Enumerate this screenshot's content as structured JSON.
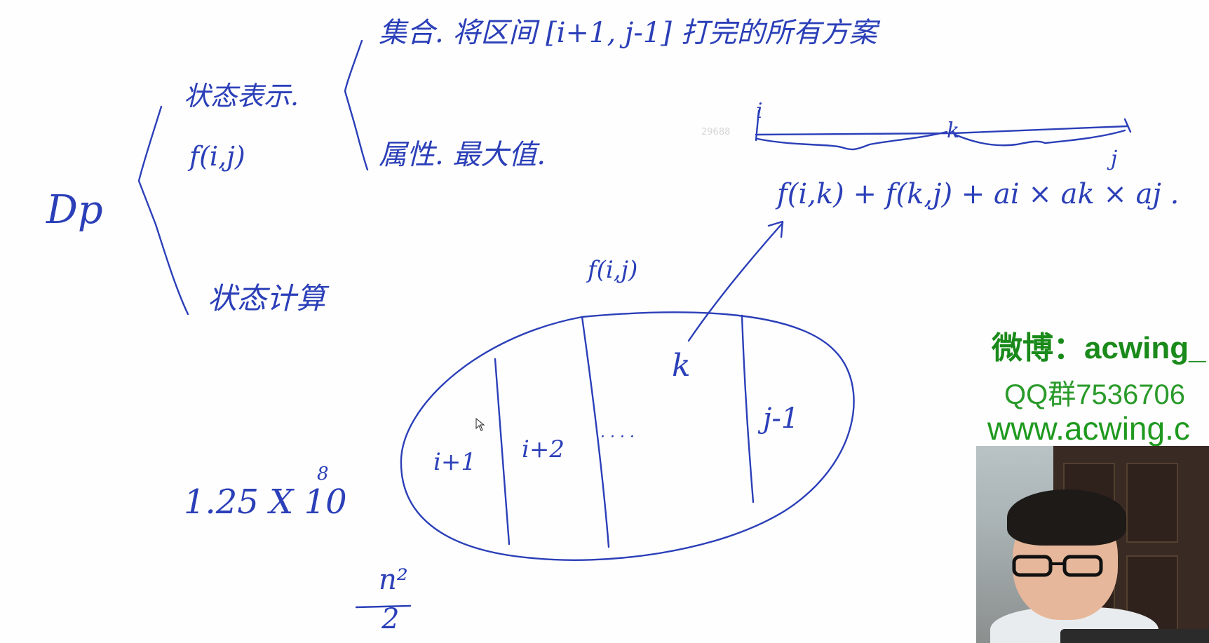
{
  "watermark": {
    "weibo": "微博：acwing_",
    "qq": "QQ群7536706",
    "site": "www.acwing.c"
  },
  "board_text": {
    "dp": "Dp",
    "state_repr": "状态表示.",
    "f_ij_1": "f(i,j)",
    "set_label": "集合. 将区间 [i+1, j-1] 打完的所有方案",
    "property": "属性. 最大值.",
    "state_calc": "状态计算",
    "complexity": "1.25 X 10",
    "complexity_exp": "8",
    "f_ij_2": "f(i,j)",
    "formula": "f(i,k) + f(k,j) + ai × ak × aj .",
    "seg_i": "i",
    "seg_k": "k",
    "seg_j": "j",
    "cell_i1": "i+1",
    "cell_i2": "i+2",
    "cell_dots": "· · · ·",
    "cell_k": "k",
    "cell_j1": "j-1",
    "n2_num": "n²",
    "n2_den": "2",
    "faint_num": "29688"
  },
  "colors": {
    "ink": "#2b3fb8",
    "watermark_green": "#1f8f1f"
  }
}
